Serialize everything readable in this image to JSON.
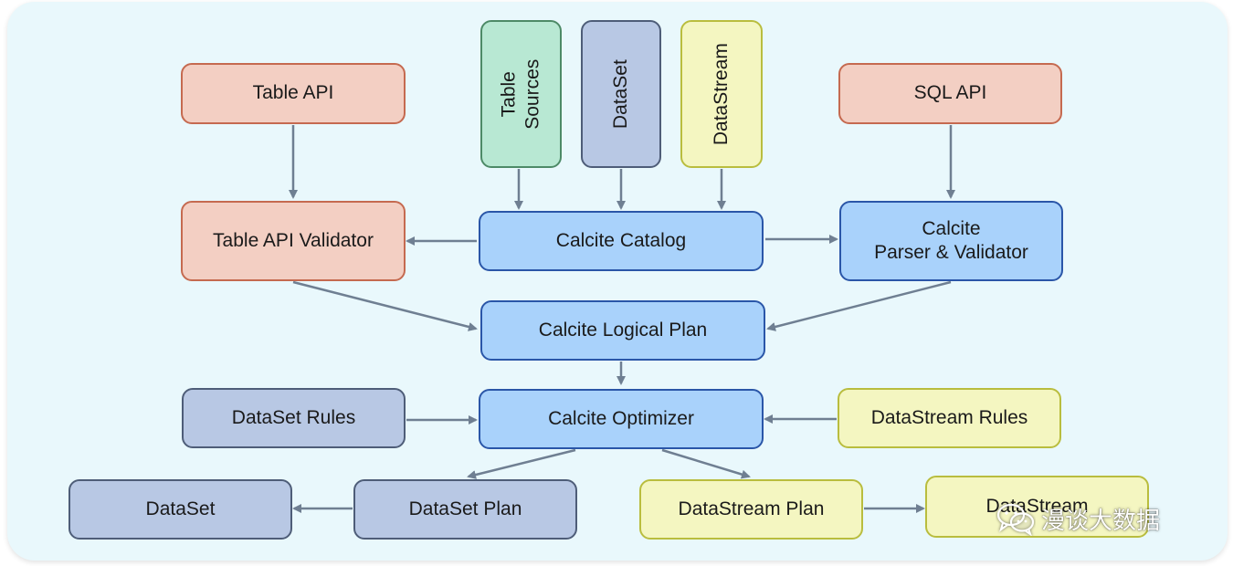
{
  "diagram": {
    "nodes": {
      "table_api": "Table API",
      "table_sources": "Table Sources",
      "dataset_src": "DataSet",
      "datastream_src": "DataStream",
      "sql_api": "SQL API",
      "table_api_validator": "Table API Validator",
      "calcite_catalog": "Calcite Catalog",
      "calcite_parser_line1": "Calcite",
      "calcite_parser_line2": "Parser & Validator",
      "calcite_logical_plan": "Calcite Logical Plan",
      "dataset_rules": "DataSet Rules",
      "calcite_optimizer": "Calcite Optimizer",
      "datastream_rules": "DataStream Rules",
      "dataset_out": "DataSet",
      "dataset_plan": "DataSet Plan",
      "datastream_plan": "DataStream Plan",
      "datastream_out": "DataStream"
    },
    "colors": {
      "salmon": "#f3cfc3",
      "blue": "#a9d2fb",
      "slate": "#b8c8e4",
      "yellow": "#f4f6c1",
      "green": "#b8e8d3",
      "arrow": "#6f7f92"
    }
  },
  "watermark": {
    "text": "漫谈大数据",
    "icon": "wechat-logo-icon"
  }
}
